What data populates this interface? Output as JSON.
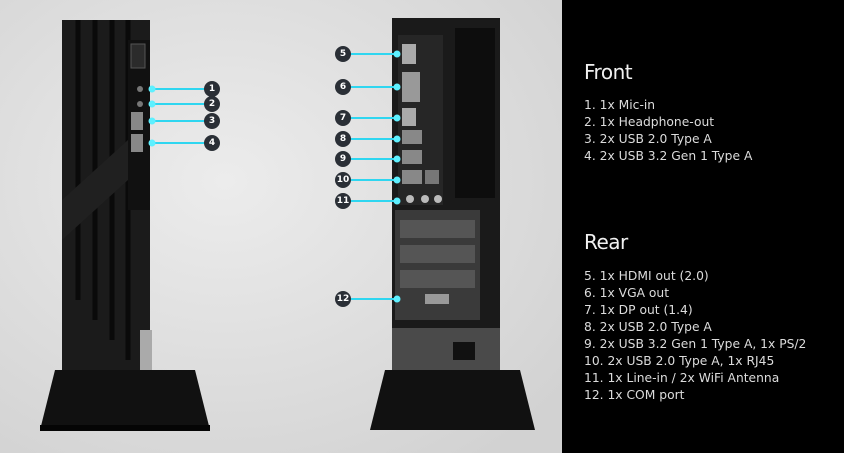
{
  "front": {
    "title": "Front",
    "items": [
      "1. 1x Mic-in",
      "2. 1x Headphone-out",
      "3. 2x USB 2.0 Type A",
      "4. 2x USB 3.2 Gen 1 Type A"
    ]
  },
  "rear": {
    "title": "Rear",
    "items": [
      "5. 1x HDMI out (2.0)",
      "6. 1x VGA out",
      "7. 1x DP out (1.4)",
      "8. 2x USB 2.0 Type A",
      "9. 2x USB 3.2 Gen 1 Type A, 1x PS/2",
      "10. 2x USB 2.0 Type A, 1x RJ45",
      "11. 1x Line-in / 2x WiFi Antenna",
      "12. 1x COM port"
    ]
  },
  "callouts": [
    "1",
    "2",
    "3",
    "4",
    "5",
    "6",
    "7",
    "8",
    "9",
    "10",
    "11",
    "12"
  ],
  "colors": {
    "callout_line": "#2fd6f0",
    "panel": "#000000"
  }
}
